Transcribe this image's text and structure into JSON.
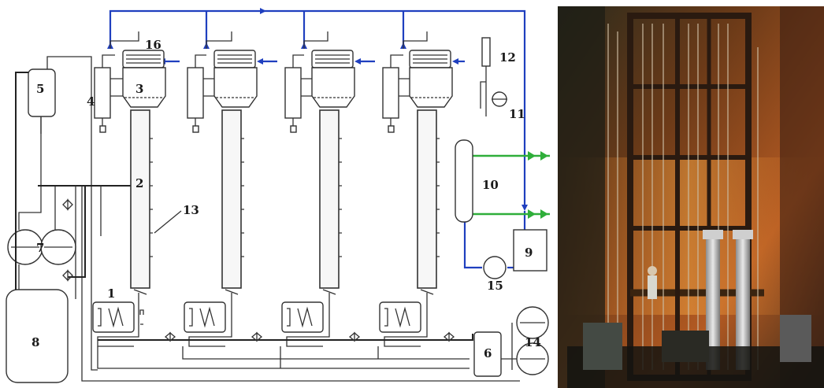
{
  "labels": {
    "l1": "1",
    "l2": "2",
    "l3": "3",
    "l4": "4",
    "l5": "5",
    "l6": "6",
    "l7": "7",
    "l8": "8",
    "l9": "9",
    "l10": "10",
    "l11": "11",
    "l12": "12",
    "l13": "13",
    "l14": "14",
    "l15": "15",
    "l16": "16"
  },
  "colors": {
    "cooling_water": "#1f3fbf",
    "heating_line": "#2fae3a"
  },
  "photo": {
    "subject": "industrial-distillation-column-photo"
  }
}
